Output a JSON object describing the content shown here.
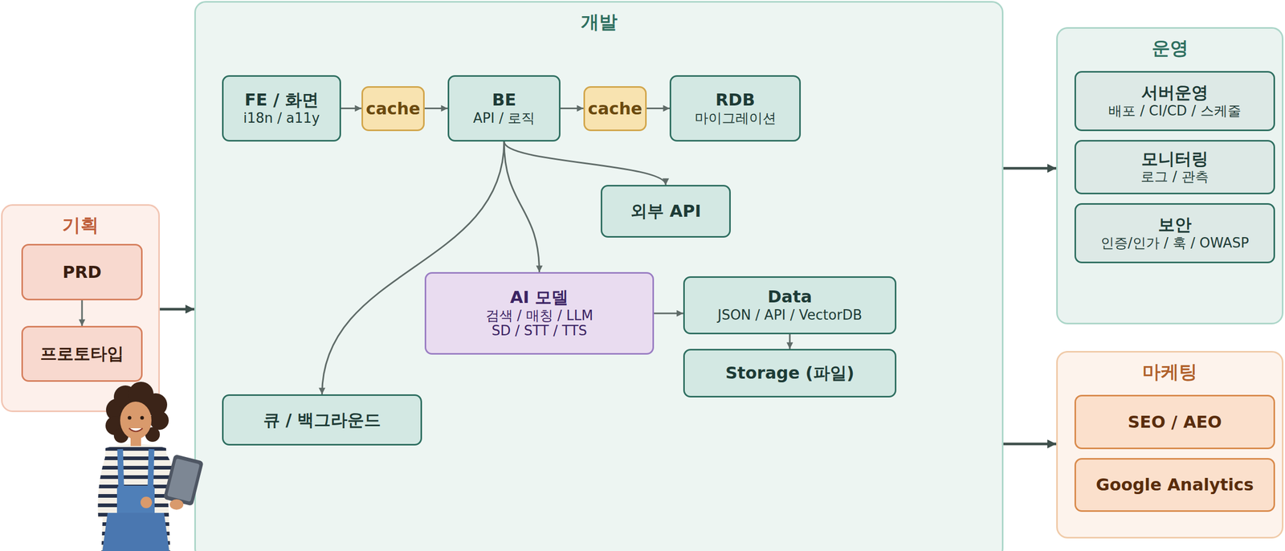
{
  "diagram": {
    "nodes": [
      {
        "text": [
          "기획"
        ]
      },
      {
        "text": [
          "PRD"
        ],
        "in": 0
      },
      {
        "text": [
          "프로토타입"
        ],
        "in": 0
      },
      {
        "text": [
          "개발"
        ]
      },
      {
        "text": [
          "FE / 화면",
          "i18n / a11y"
        ],
        "in": 3
      },
      {
        "text": [
          "cache"
        ],
        "in": 3
      },
      {
        "text": [
          "BE",
          "API / 로직"
        ],
        "in": 3
      },
      {
        "text": [
          "cache"
        ],
        "in": 3
      },
      {
        "text": [
          "RDB",
          "마이그레이션"
        ],
        "in": 3
      },
      {
        "text": [
          "외부 API"
        ],
        "in": 3
      },
      {
        "text": [
          "AI 모델",
          "검색 / 매칭 / LLM SD / STT / TTS"
        ],
        "in": 3
      },
      {
        "text": [
          "Data",
          "JSON / API / VectorDB"
        ],
        "in": 3
      },
      {
        "text": [
          "Storage (파일)"
        ],
        "in": 3
      },
      {
        "text": [
          "큐 / 백그라운드"
        ],
        "in": 3
      },
      {
        "text": [
          "운영"
        ]
      },
      {
        "text": [
          "서버운영",
          "배포 / CI/CD / 스케줄"
        ],
        "in": 14
      },
      {
        "text": [
          "모니터링",
          "로그 / 관측"
        ],
        "in": 14
      },
      {
        "text": [
          "보안",
          "인증/인가 / 훅 / OWASP"
        ],
        "in": 14
      },
      {
        "text": [
          "마케팅"
        ]
      },
      {
        "text": [
          "SEO / AEO"
        ],
        "in": 18
      },
      {
        "text": [
          "Google Analytics"
        ],
        "in": 18
      }
    ],
    "edges": [
      {
        "from": 1,
        "to": 2,
        "arrow": "to"
      },
      {
        "from": 0,
        "to": 3,
        "arrow": "to"
      },
      {
        "from": 4,
        "to": 5,
        "arrow": "to"
      },
      {
        "from": 5,
        "to": 6,
        "arrow": "to"
      },
      {
        "from": 6,
        "to": 7,
        "arrow": "to"
      },
      {
        "from": 7,
        "to": 8,
        "arrow": "to"
      },
      {
        "from": 6,
        "to": 9,
        "arrow": "to"
      },
      {
        "from": 6,
        "to": 10,
        "arrow": "to"
      },
      {
        "from": 6,
        "to": 13,
        "arrow": "to"
      },
      {
        "from": 10,
        "to": 11,
        "arrow": "to"
      },
      {
        "from": 11,
        "to": 12,
        "arrow": "to"
      },
      {
        "from": 3,
        "to": 14,
        "arrow": "to"
      },
      {
        "from": 3,
        "to": 18,
        "arrow": "to"
      }
    ]
  }
}
